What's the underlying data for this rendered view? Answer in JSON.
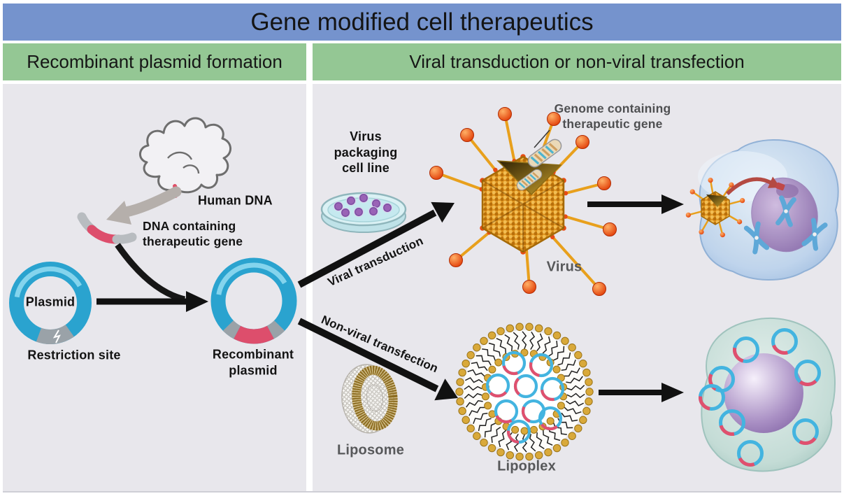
{
  "title": "Gene modified cell therapeutics",
  "headers": {
    "left": "Recombinant plasmid formation",
    "right": "Viral transduction or non-viral transfection"
  },
  "left_panel": {
    "human_dna": "Human DNA",
    "dna_fragment": "DNA containing\ntherapeutic gene",
    "plasmid": "Plasmid",
    "restriction_site": "Restriction site",
    "recombinant_plasmid": "Recombinant\nplasmid"
  },
  "right_panel": {
    "virus_packaging": "Virus\npackaging\ncell line",
    "viral_transduction": "Viral transduction",
    "non_viral_transfection": "Non-viral transfection",
    "genome": "Genome containing\ntherapeutic gene",
    "virus": "Virus",
    "liposome": "Liposome",
    "lipoplex": "Lipoplex"
  },
  "colors": {
    "banner_blue": "#7593cd",
    "header_green": "#94c794",
    "panel_background": "#e8e7ec",
    "plasmid_blue": "#2aa3cf",
    "therapeutic_gene_red": "#dd4e6c",
    "restriction_gray": "#9aa2a8",
    "virus_orange": "#de9420",
    "spike_ball_red": "#e2400a",
    "nucleus_purple": "#9277b2",
    "cell_blue": "#b3cce8",
    "cell_teal": "#bcd8d2",
    "gray_label": "#57585a",
    "arrow_black": "#111111"
  }
}
